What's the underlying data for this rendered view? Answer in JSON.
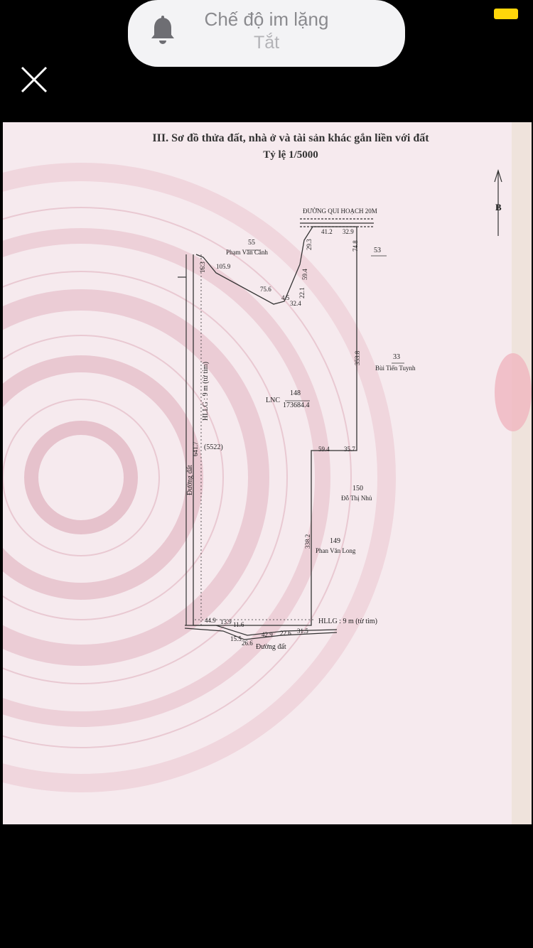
{
  "notification": {
    "title": "Chế độ im lặng",
    "status": "Tắt",
    "icon": "bell-icon"
  },
  "toolbar": {
    "close_icon": "close-icon"
  },
  "document": {
    "title": "III. Sơ đồ thửa đất, nhà ở và tài sản khác gắn liền với đất",
    "scale": "Tỷ lệ 1/5000",
    "north": "B",
    "road_top": "ĐƯỜNG QUI HOẠCH 20M",
    "parcel_55_no": "55",
    "parcel_55_owner": "Phạm Văn Cánh",
    "parcel_53_no": "53",
    "parcel_33_no": "33",
    "parcel_33_owner": "Bùi Tiến Tuynh",
    "parcel_148_type": "LNC",
    "parcel_148_no": "148",
    "parcel_148_area": "173684.4",
    "parcel_150_no": "150",
    "parcel_150_owner": "Đỗ Thị Nhủ",
    "parcel_149_no": "149",
    "parcel_149_owner": "Phan Văn Long",
    "code_5522": "(5522)",
    "hllg_left": "HLLG : 9 m (từ tim)",
    "hllg_bottom": "HLLG : 9 m (từ tim)",
    "road_left": "Đường đất",
    "road_bottom": "Đường đất",
    "edges": {
      "e_top1": "41.2",
      "e_top2": "32.9",
      "e_right1": "74.8",
      "e_right2": "353.8",
      "e_mid1": "59.4",
      "e_mid2": "35.7",
      "e_vert": "338.2",
      "e_tl1": "29.3",
      "e_tl2": "59.4",
      "e_tl3": "22.1",
      "e_tl4": "32.4",
      "e_tl5": "4.5",
      "e_tl6": "75.6",
      "e_tl7": "105.9",
      "e_tl8": "16.3",
      "e_left": "641.7",
      "e_b1": "44.9",
      "e_b2": "13.9",
      "e_b3": "11.6",
      "e_b4": "15.5",
      "e_b5": "26.6",
      "e_b6": "42.9",
      "e_b7": "22.6",
      "e_b8": "31.5"
    }
  }
}
